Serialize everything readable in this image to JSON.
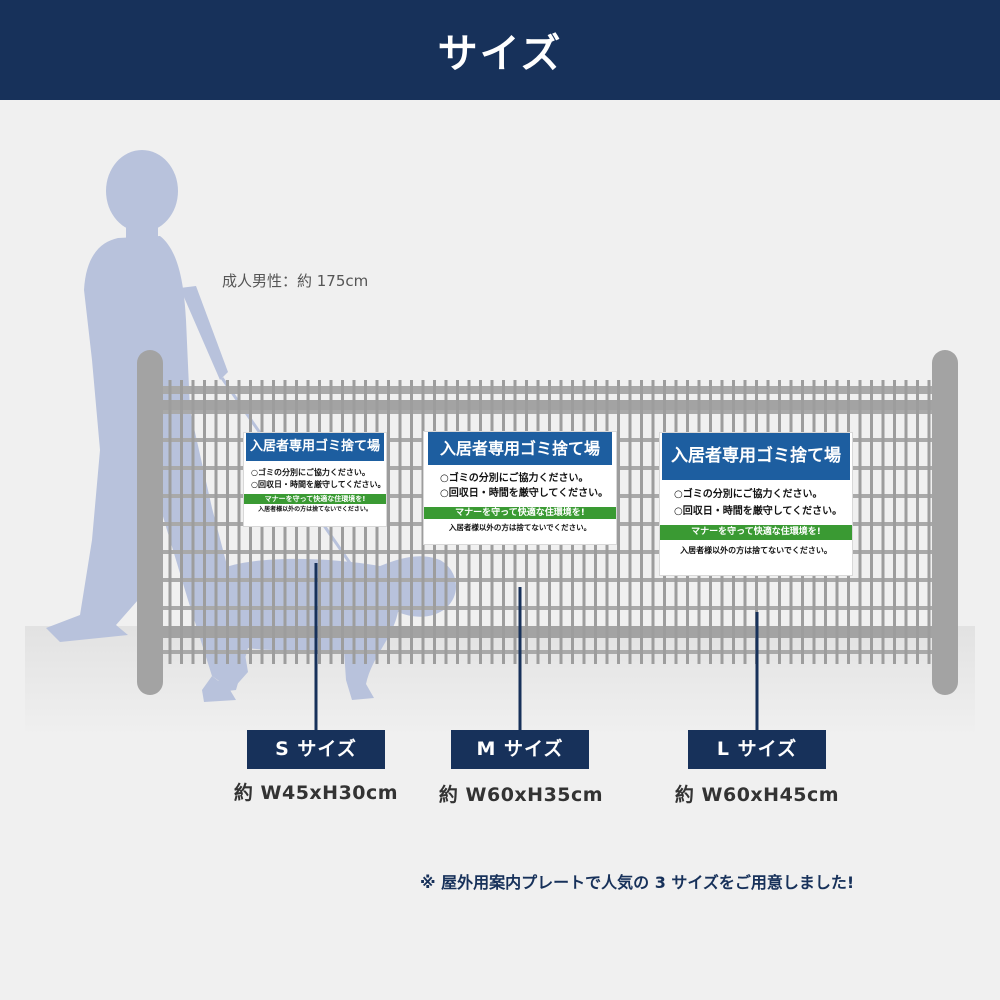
{
  "header": {
    "title": "サイズ"
  },
  "height_label": "成人男性：約 175cm",
  "signs": {
    "heading": "入居者専用ゴミ捨て場",
    "line1": "○ゴミの分別にご協力ください。",
    "line2": "○回収日・時間を厳守してください。",
    "band": "マナーを守って快適な住環境を!",
    "footer": "入居者様以外の方は捨てないでください。"
  },
  "sizes": [
    {
      "label": "S サイズ",
      "dimensions": "約 W45xH30cm"
    },
    {
      "label": "M サイズ",
      "dimensions": "約 W60xH35cm"
    },
    {
      "label": "L サイズ",
      "dimensions": "約 W60xH45cm"
    }
  ],
  "note": "※ 屋外用案内プレートで人気の 3 サイズをご用意しました!",
  "colors": {
    "navy": "#17315a",
    "sign_blue": "#1d5ea0",
    "sign_green": "#3a9a33",
    "silhouette": "#b8c2dc",
    "fence": "#a3a3a3",
    "background": "#f0f0f0"
  }
}
